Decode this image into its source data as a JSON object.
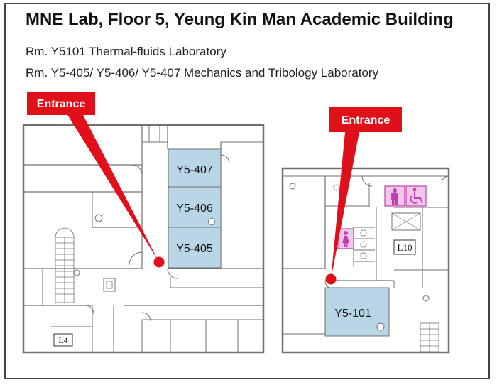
{
  "header": {
    "title": "MNE Lab, Floor 5, Yeung Kin Man Academic Building",
    "line1": "Rm. Y5101 Thermal-fluids Laboratory",
    "line2": "Rm. Y5-405/ Y5-406/ Y5-407  Mechanics and Tribology Laboratory"
  },
  "left_plan": {
    "entrance_label": "Entrance",
    "rooms": [
      "Y5-407",
      "Y5-406",
      "Y5-405"
    ],
    "lift_label": "L4"
  },
  "right_plan": {
    "entrance_label": "Entrance",
    "rooms": [
      "Y5-101"
    ],
    "lift_label": "L10",
    "icons": [
      "male-toilet-icon",
      "accessible-toilet-icon",
      "female-toilet-icon"
    ]
  },
  "colors": {
    "room_fill": "#b9d6e6",
    "entrance_red": "#e0101a",
    "toilet_fill": "#f3c6ec",
    "toilet_icon": "#c23fae",
    "wall": "#707070"
  }
}
